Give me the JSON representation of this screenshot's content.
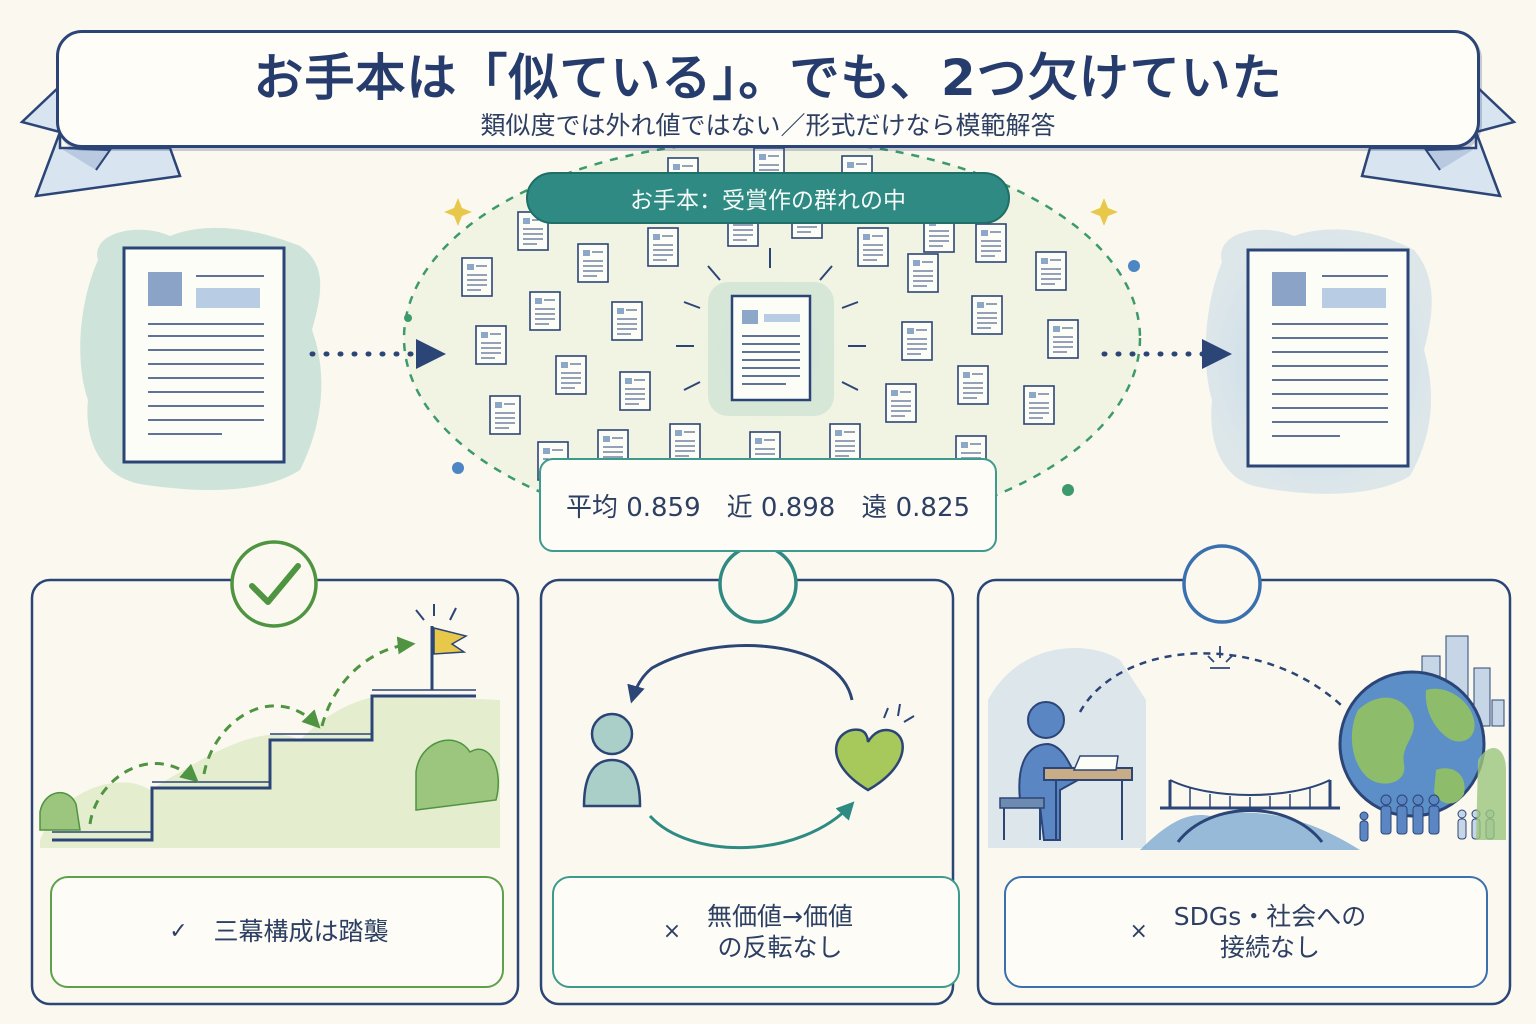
{
  "title": {
    "main": "お手本は「似ている」。でも、2つ欠けていた",
    "subtitle": "類似度では外れ値ではない／形式だけなら模範解答"
  },
  "cluster": {
    "label": "お手本：受賞作の群れの中"
  },
  "stats": {
    "items": [
      "平均 0.859",
      "近 0.898",
      "遠 0.825"
    ]
  },
  "panels": [
    {
      "mark": "✓",
      "text": "三幕構成は踏襲",
      "status_icon": "checkmark-circle-icon",
      "color": "#5fa14a"
    },
    {
      "mark": "×",
      "line1": "無価値→価値",
      "line2": "の反転なし",
      "status_icon": "empty-circle-icon",
      "color": "#3d9a8c"
    },
    {
      "mark": "×",
      "line1": "SDGs・社会への",
      "line2": "接続なし",
      "status_icon": "empty-circle-icon",
      "color": "#3a6fb0"
    }
  ],
  "colors": {
    "navy": "#2c4577",
    "teal": "#2e8a82",
    "green": "#5fa14a",
    "blue": "#3a6fb0",
    "background": "#fbf9ef"
  }
}
